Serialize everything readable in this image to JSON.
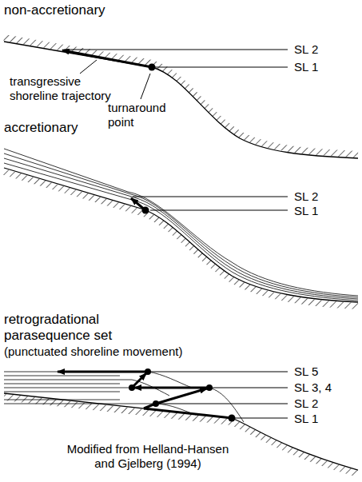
{
  "diagram": {
    "labels": [
      "non-accretionary",
      "SL 2",
      "SL 1",
      "transgressive shoreline trajectory",
      "turnaround point",
      "accretionary",
      "SL 2",
      "SL 1",
      "retrogradational parasequence set",
      "(punctuated shoreline movement)",
      "SL 5",
      "SL 3, 4",
      "SL 2",
      "SL 1",
      "Modified from Helland-Hansen and Gjelberg (1994)"
    ]
  }
}
